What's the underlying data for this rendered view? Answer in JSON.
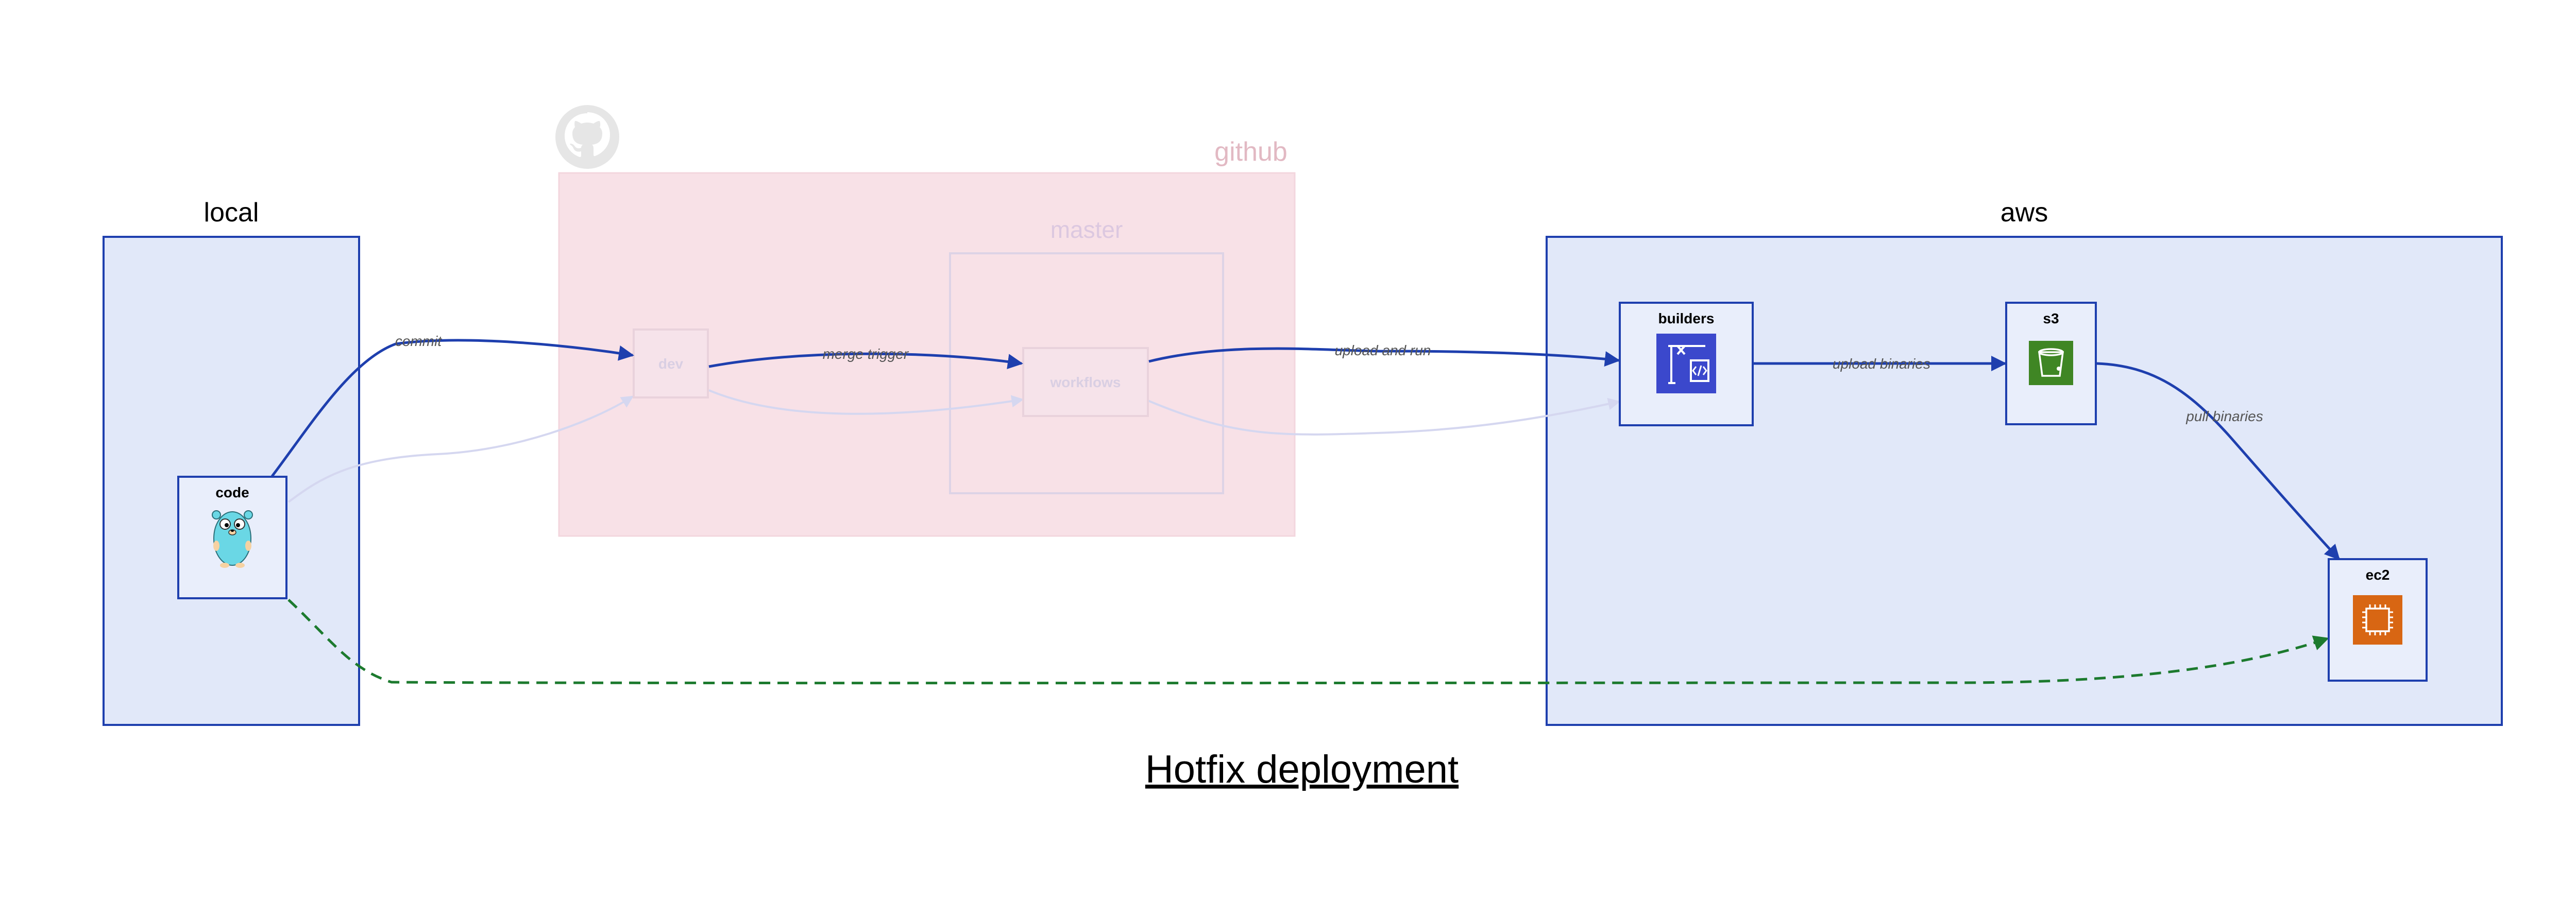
{
  "title": "Hotfix deployment",
  "groups": {
    "local": {
      "label": "local"
    },
    "github": {
      "label": "github"
    },
    "master": {
      "label": "master"
    },
    "aws": {
      "label": "aws"
    }
  },
  "nodes": {
    "code": {
      "label": "code",
      "icon": "gopher-icon"
    },
    "dev": {
      "label": "dev"
    },
    "workflows": {
      "label": "workflows"
    },
    "builders": {
      "label": "builders",
      "icon": "codebuild-icon"
    },
    "s3": {
      "label": "s3",
      "icon": "s3-bucket-icon"
    },
    "ec2": {
      "label": "ec2",
      "icon": "ec2-instance-icon"
    }
  },
  "edges": {
    "commit": "commit",
    "merge_trigger": "merge trigger",
    "upload_and_run": "upload and run",
    "upload_binaries": "upload binaries",
    "pull_binaries": "pull binaries"
  },
  "colors": {
    "group_fill": "#e1e8f9",
    "group_stroke": "#1e3fae",
    "github_fill": "#f8e1e7",
    "edge": "#1e3fae",
    "dashed_edge": "#1c7a2e",
    "codebuild": "#3b48cc",
    "s3": "#3f8624",
    "ec2": "#d86613"
  }
}
